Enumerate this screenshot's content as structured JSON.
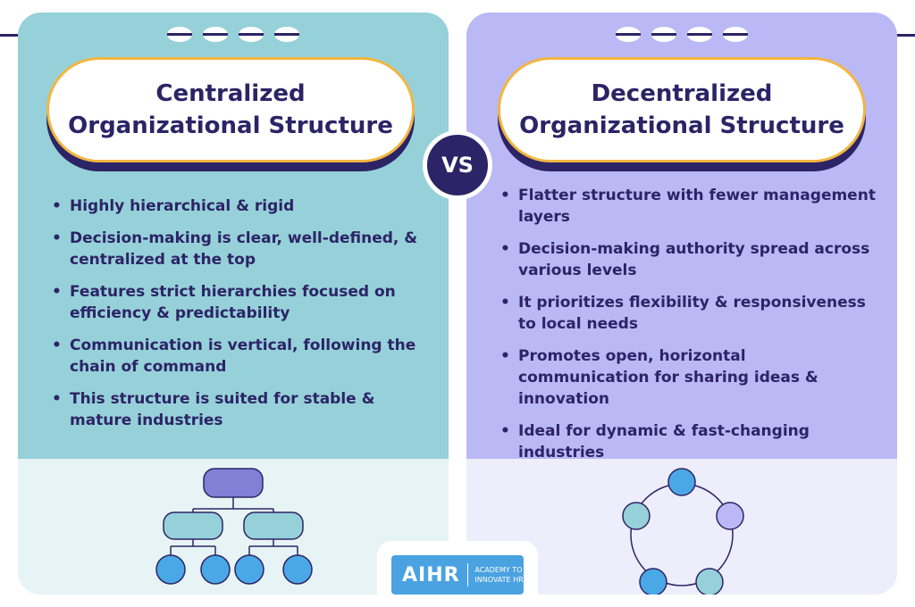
{
  "left": {
    "title": "Centralized\nOrganizational Structure",
    "points": [
      "Highly hierarchical & rigid",
      "Decision-making is clear, well-defined, & centralized at the top",
      "Features strict hierarchies focused on efficiency & predictability",
      "Communication is vertical, following the chain of command",
      "This structure is suited for stable & mature industries"
    ]
  },
  "right": {
    "title": "Decentralized\nOrganizational Structure",
    "points": [
      "Flatter structure with fewer management layers",
      "Decision-making authority spread across various levels",
      "It prioritizes flexibility & responsiveness to local needs",
      "Promotes open, horizontal communication for sharing ideas & innovation",
      "Ideal for dynamic & fast-changing industries"
    ]
  },
  "vs_label": "VS",
  "logo": {
    "mark": "AIHR",
    "tagline": "ACADEMY TO INNOVATE HR"
  },
  "colors": {
    "navy": "#2c2466",
    "teal_panel": "#96d1d9",
    "lavender_panel": "#bbb8f6",
    "pill_border": "#f2b63f",
    "node_blue": "#4aa8e6",
    "node_teal": "#96d1d9",
    "node_purple": "#7f80d6",
    "node_lavender": "#bbb8f6"
  }
}
